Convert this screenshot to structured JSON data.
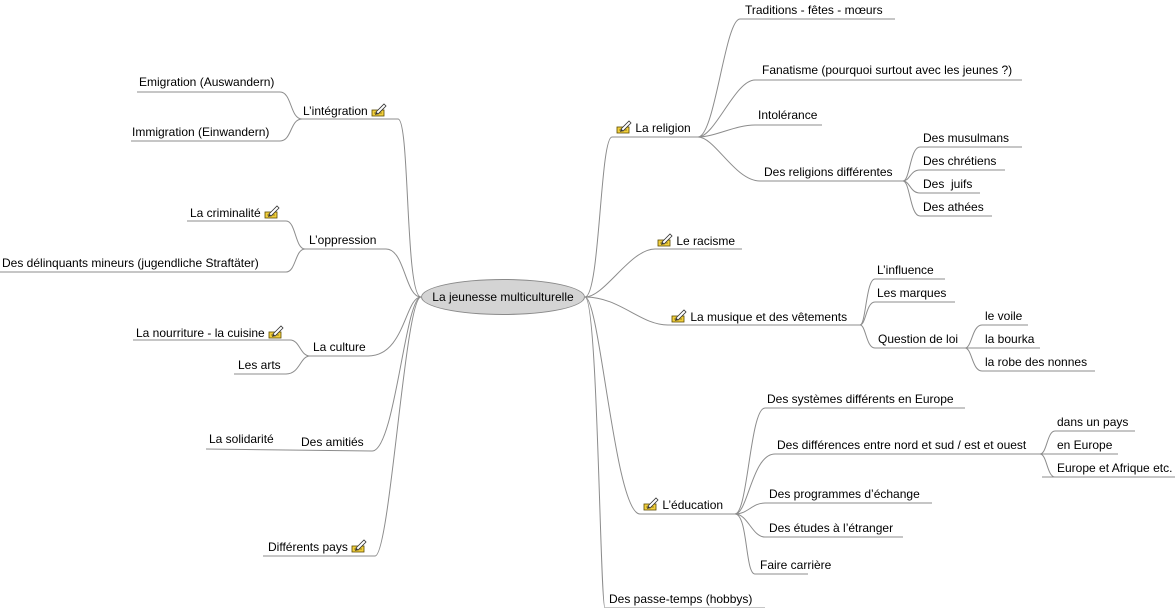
{
  "root": "La jeunesse multiculturelle",
  "left": {
    "integration": {
      "label": "L’intégration",
      "children": [
        "Emigration (Auswandern)",
        "Immigration (Einwandern)"
      ]
    },
    "oppression": {
      "label": "L’oppression",
      "children": [
        "La criminalité",
        "Des délinquants mineurs (jugendliche Straftäter)"
      ]
    },
    "culture": {
      "label": "La culture",
      "children": [
        "La nourriture - la cuisine",
        "Les arts"
      ]
    },
    "amities": {
      "label": "Des amitiés",
      "children": [
        "La solidarité"
      ]
    },
    "pays": {
      "label": "Différents pays"
    }
  },
  "right": {
    "religion": {
      "label": "La religion",
      "children": [
        "Traditions - fêtes - mœurs",
        "Fanatisme (pourquoi surtout avec les jeunes ?)",
        "Intolérance",
        "Des religions différentes"
      ],
      "religions": [
        "Des musulmans",
        "Des chrétiens",
        "Des  juifs",
        "Des athées"
      ]
    },
    "racisme": {
      "label": "Le racisme"
    },
    "musique": {
      "label": "La musique et des vêtements",
      "children": [
        "L’influence",
        "Les marques",
        "Question de loi"
      ],
      "loi": [
        "le voile",
        "la bourka",
        "la robe des nonnes"
      ]
    },
    "education": {
      "label": "L’éducation",
      "children": [
        "Des systèmes différents en Europe",
        "Des différences entre nord et sud / est et ouest",
        "Des programmes d’échange",
        "Des études à l’étranger",
        "Faire carrière"
      ],
      "differences": [
        "dans un pays",
        "en Europe",
        "Europe et Afrique etc."
      ]
    },
    "passetemps": {
      "label": "Des passe-temps (hobbys)"
    }
  },
  "icons": {
    "note": "pencil-note-icon"
  },
  "colors": {
    "line": "#8c8c8c",
    "root_fill": "#d4d4d4",
    "icon_pad": "#f2cf3c"
  }
}
